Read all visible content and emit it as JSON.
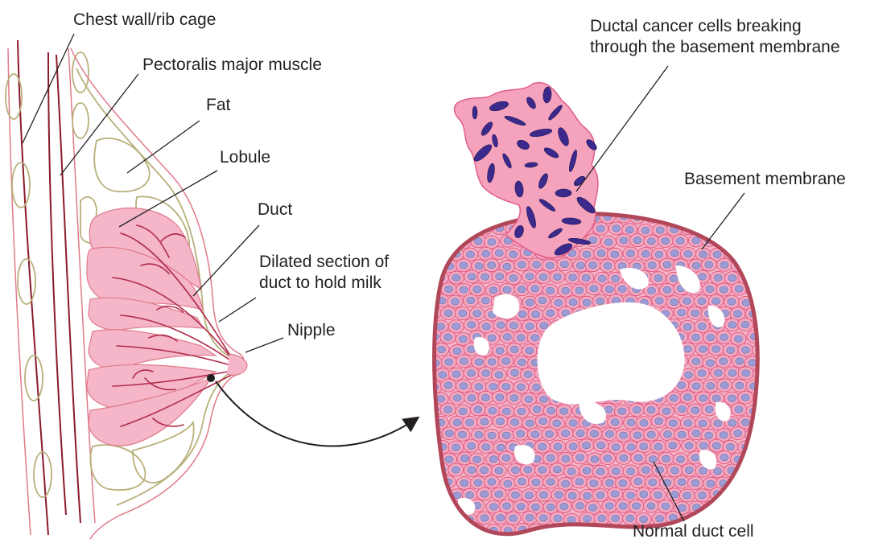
{
  "labels": {
    "chest_wall": "Chest wall/rib cage",
    "pectoralis": "Pectoralis major muscle",
    "fat": "Fat",
    "lobule": "Lobule",
    "duct": "Duct",
    "dilated_line1": "Dilated section of",
    "dilated_line2": "duct to hold milk",
    "nipple": "Nipple",
    "cancer_line1": "Ductal cancer cells breaking",
    "cancer_line2": "through the basement membrane",
    "basement_membrane": "Basement membrane",
    "normal_cell": "Normal duct cell"
  },
  "colors": {
    "rib_line": "#8b1a2b",
    "fat_outline": "#b8b07a",
    "skin": "#e07a8a",
    "lobule_fill": "#f4b6c8",
    "duct_line": "#b02a4a",
    "cell_fill": "#f2a9c0",
    "cell_outline": "#e05c86",
    "nucleus": "#9b9bd6",
    "membrane": "#b14758",
    "cancer_fill": "#f5a3bd",
    "cancer_nucleus": "#3b2a8c",
    "leader": "#231f20"
  }
}
